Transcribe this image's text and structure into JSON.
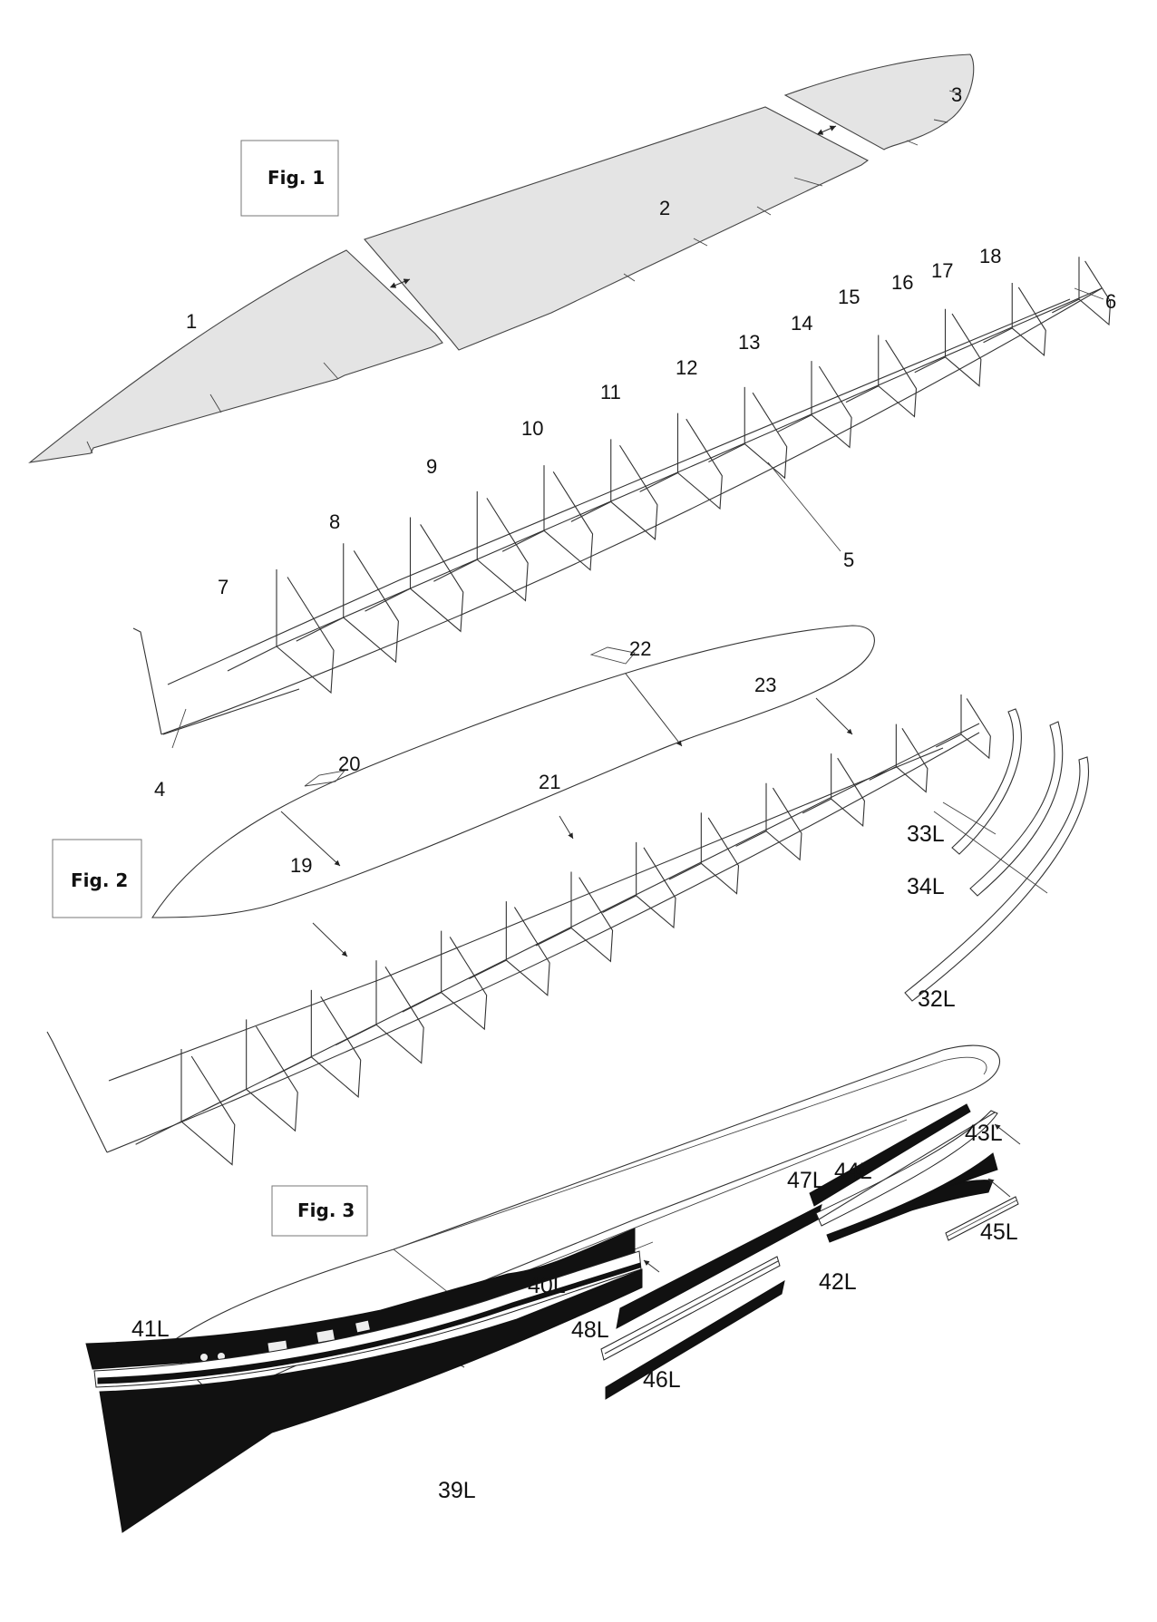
{
  "figures": {
    "fig1": "Fig. 1",
    "fig2": "Fig. 2",
    "fig3": "Fig. 3"
  },
  "fig1_parts": {
    "p1": "1",
    "p2": "2",
    "p3": "3",
    "p4": "4",
    "p5": "5",
    "p6": "6",
    "p7": "7",
    "p8": "8",
    "p9": "9",
    "p10": "10",
    "p11": "11",
    "p12": "12",
    "p13": "13",
    "p14": "14",
    "p15": "15",
    "p16": "16",
    "p17": "17",
    "p18": "18"
  },
  "fig2_parts": {
    "p19": "19",
    "p20": "20",
    "p21": "21",
    "p22": "22",
    "p23": "23",
    "p32L": "32L",
    "p33L": "33L",
    "p34L": "34L"
  },
  "fig3_parts": {
    "p39L": "39L",
    "p40L": "40L",
    "p41L": "41L",
    "p42L": "42L",
    "p43L": "43L",
    "p44L": "44L",
    "p45L": "45L",
    "p46L": "46L",
    "p47L": "47L",
    "p48L": "48L"
  },
  "colors": {
    "panel_fill": "#e4e4e4",
    "stroke": "#333333",
    "black_strip": "#111111"
  }
}
